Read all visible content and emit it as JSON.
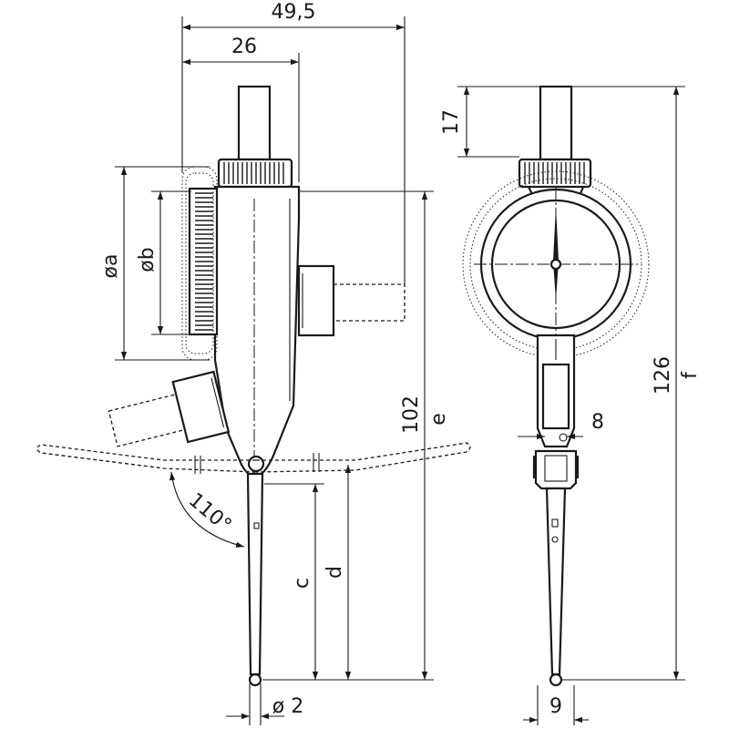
{
  "dimensions": {
    "total_width": "49,5",
    "body_width": "26",
    "dia_a": "øa",
    "dia_b": "øb",
    "height_102": "102",
    "label_e": "e",
    "angle": "110°",
    "label_c": "c",
    "label_d": "d",
    "tip_dia": "ø 2",
    "stem_17": "17",
    "height_126": "126",
    "label_f": "f",
    "width_8": "8",
    "width_9": "9"
  }
}
